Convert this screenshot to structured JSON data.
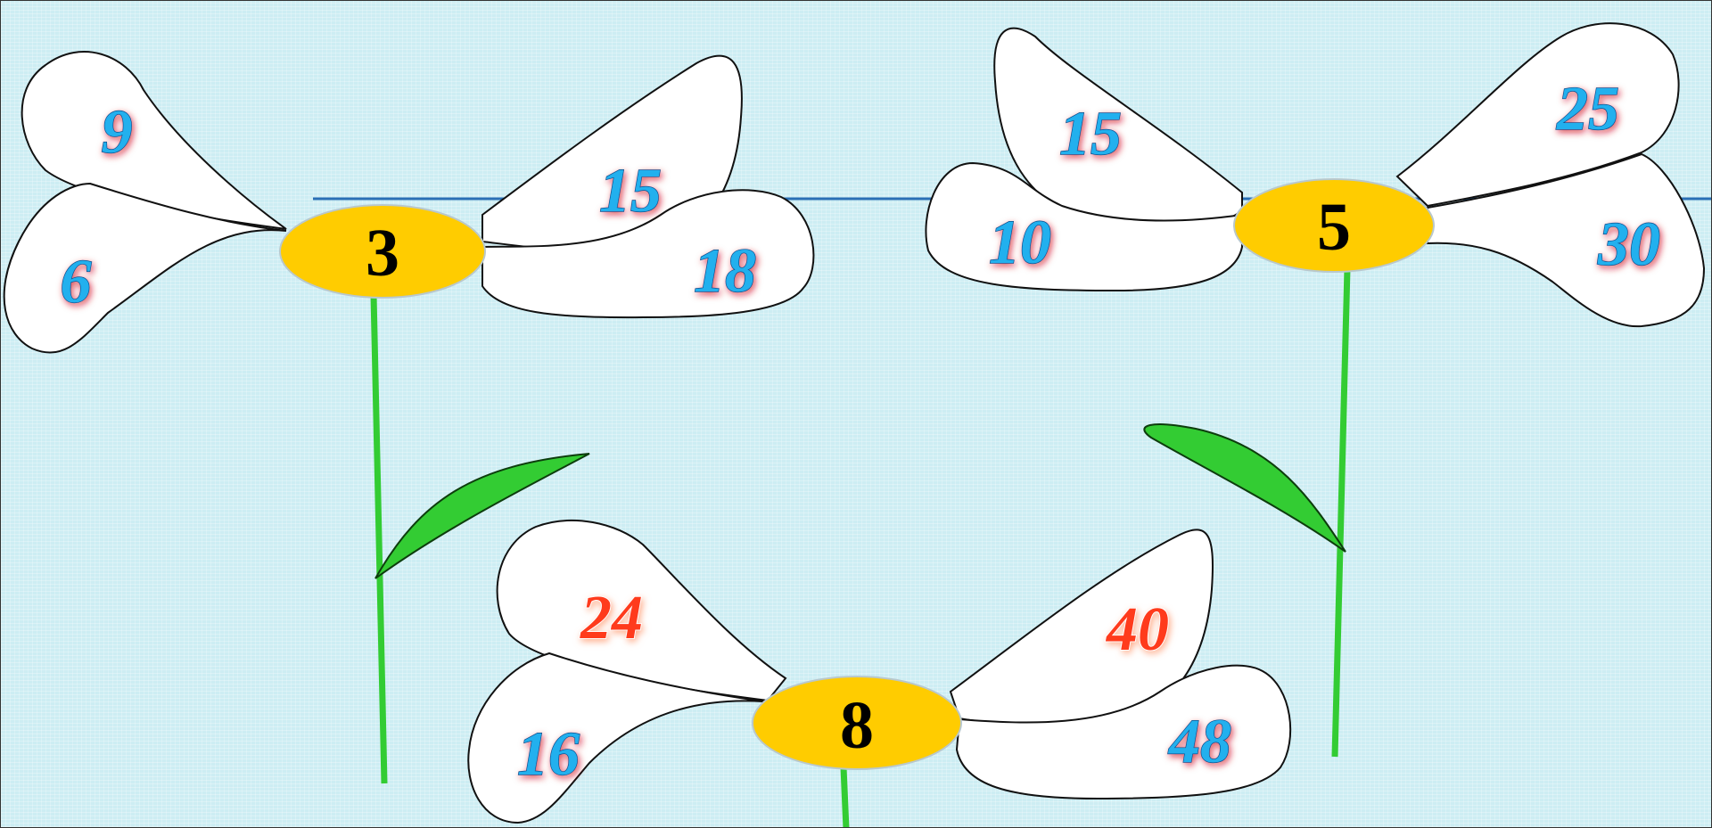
{
  "colors": {
    "background": "#cdedf3",
    "petal": "#ffffff",
    "center": "#ffcc00",
    "stem": "#33cc33",
    "leaf": "#33cc33",
    "line": "#2a6fb5",
    "blue_number": "#22b0ee",
    "red_number": "#ff3b1f"
  },
  "flowers": [
    {
      "center": "3",
      "petals": [
        {
          "value": "9",
          "style": "blue"
        },
        {
          "value": "6",
          "style": "blue"
        },
        {
          "value": "15",
          "style": "blue"
        },
        {
          "value": "18",
          "style": "blue"
        }
      ]
    },
    {
      "center": "5",
      "petals": [
        {
          "value": "15",
          "style": "blue"
        },
        {
          "value": "10",
          "style": "blue"
        },
        {
          "value": "25",
          "style": "blue"
        },
        {
          "value": "30",
          "style": "blue"
        }
      ]
    },
    {
      "center": "8",
      "petals": [
        {
          "value": "24",
          "style": "red"
        },
        {
          "value": "16",
          "style": "blue"
        },
        {
          "value": "40",
          "style": "red"
        },
        {
          "value": "48",
          "style": "blue"
        }
      ]
    }
  ]
}
